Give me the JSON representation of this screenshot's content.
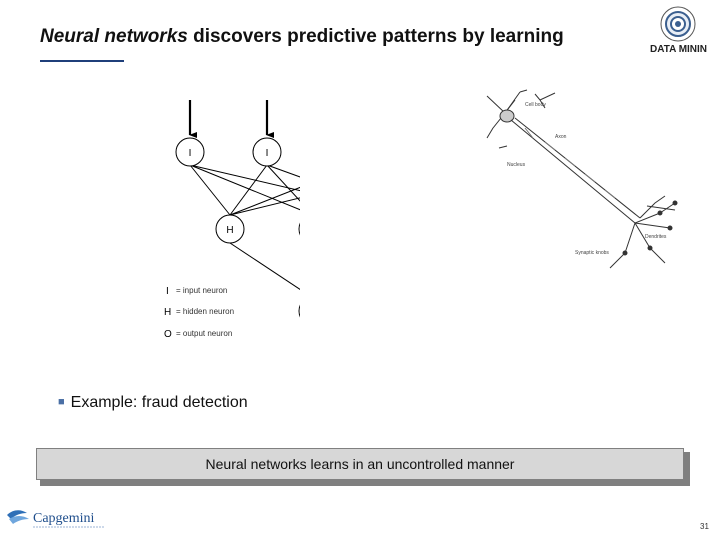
{
  "slide": {
    "title_emphasis": "Neural networks",
    "title_rest": " discovers predictive patterns by learning",
    "logo_text": "DATA MININ",
    "bullet": "Example: fraud detection",
    "callout": "Neural networks learns in an uncontrolled manner",
    "page_number": "31",
    "brand": "Capgemini"
  },
  "network": {
    "input_label": "I",
    "hidden_label": "H",
    "output_label": "O",
    "legend": [
      {
        "symbol": "I",
        "text": "= input neuron"
      },
      {
        "symbol": "H",
        "text": "= hidden neuron"
      },
      {
        "symbol": "O",
        "text": "= output neuron"
      }
    ]
  },
  "neuron_labels": [
    "Cell body",
    "Axon",
    "Nucleus",
    "Synaptic knobs",
    "Dendrites"
  ]
}
